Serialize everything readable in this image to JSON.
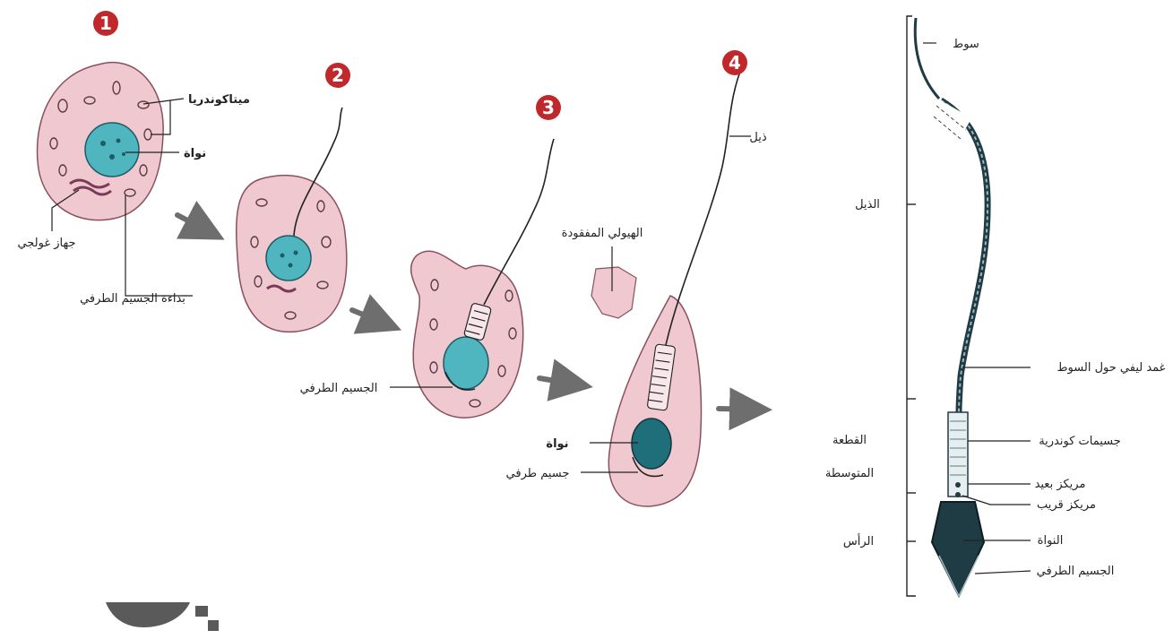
{
  "step_numbers": [
    "1",
    "2",
    "3",
    "4"
  ],
  "colors": {
    "cytoplasm": "#f0c8cf",
    "cytoplasm_stroke": "#8a5060",
    "nucleus": "#4fb6c0",
    "nucleus_stroke": "#1d5c66",
    "badge": "#c0282b",
    "arrow": "#6e6e6e",
    "sperm_dark": "#1f3b44",
    "line": "#222222"
  },
  "labels": {
    "mitochondria": "ميتاكوندريا",
    "nucleus_1": "نواة",
    "golgi": "جهاز غولجي",
    "acrosome_start": "بداءة الجسيم الطرفي",
    "acrosome_3": "الجسيم الطرفي",
    "lost_cytoplasm": "الهيولي المفقودة",
    "tail_4": "ذيل",
    "nucleus_4": "نواة",
    "acrosome_4": "جسيم طرفي"
  },
  "sperm": {
    "left": {
      "tail": "الذيل",
      "middle_piece_line1": "القطعة",
      "middle_piece_line2": "المتوسطة",
      "head": "الرأس"
    },
    "right": {
      "whip": "سوط",
      "sheath": "غمد ليفي حول السوط",
      "mitochondria": "جسيمات كوندرية",
      "distal_centriole": "مريكز بعيد",
      "proximal_centriole": "مريكز قريب",
      "nucleus": "النواة",
      "acrosome": "الجسيم الطرفي"
    }
  }
}
